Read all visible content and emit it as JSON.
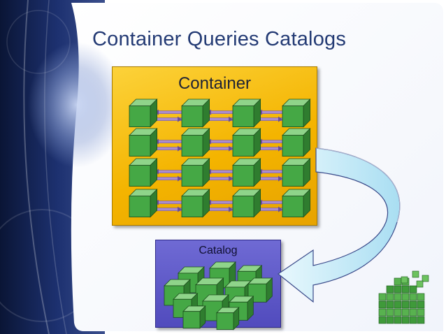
{
  "slide": {
    "title": "Container Queries Catalogs"
  },
  "container": {
    "label": "Container",
    "rows": 4,
    "cubes_per_row": 4,
    "color": "#f4b400"
  },
  "catalog": {
    "label": "Catalog",
    "color": "#5b55c6"
  },
  "icons": {
    "arrow": "curved-arrow-icon",
    "logo": "stacked-cubes-logo-icon"
  },
  "colors": {
    "cube_face": "#3c9a3c",
    "connector": "#9b7fc4",
    "title_text": "#233a74",
    "arrow_fill": "#bfe9f7"
  }
}
